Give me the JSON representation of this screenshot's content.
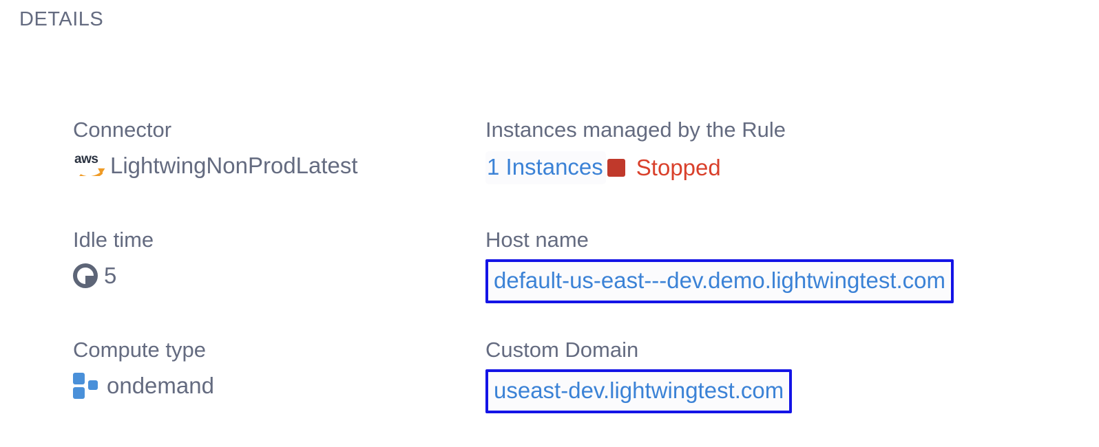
{
  "section": {
    "title": "DETAILS"
  },
  "colors": {
    "label": "#646b80",
    "link": "#3b82d6",
    "status_stopped": "#d9402b",
    "status_swatch": "#c0392b",
    "annotation_box": "#1414e6",
    "compute_icon": "#4a90d9",
    "aws_orange": "#ef9b26"
  },
  "fields": {
    "connector": {
      "label": "Connector",
      "value": "LightwingNonProdLatest",
      "icon": "aws-icon"
    },
    "instances": {
      "label": "Instances managed by the Rule",
      "count_text": "1 Instances",
      "status_text": "Stopped",
      "status_icon": "stopped-square-icon"
    },
    "idle_time": {
      "label": "Idle time",
      "value": "5",
      "icon": "clock-pie-icon"
    },
    "host_name": {
      "label": "Host name",
      "value": "default-us-east---dev.demo.lightwingtest.com"
    },
    "compute_type": {
      "label": "Compute type",
      "value": "ondemand",
      "icon": "compute-blocks-icon"
    },
    "custom_domain": {
      "label": "Custom Domain",
      "value": "useast-dev.lightwingtest.com"
    }
  }
}
